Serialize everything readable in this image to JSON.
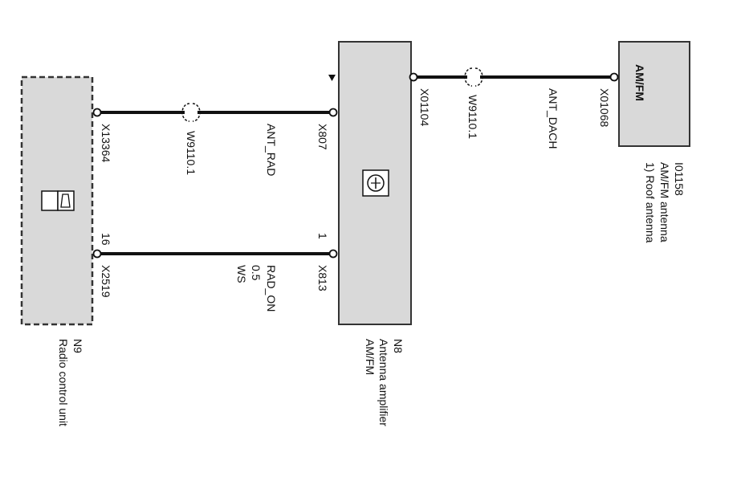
{
  "colors": {
    "box_fill": "#d9d9d9",
    "line": "#111111",
    "background": "#ffffff"
  },
  "components": {
    "radio_unit": {
      "id": "N9",
      "name": "Radio control unit",
      "icon": "radio-unit-icon"
    },
    "amplifier": {
      "id": "N8",
      "name_line1": "Antenna amplifier",
      "name_line2": "AM/FM",
      "icon": "antenna-amplifier-icon"
    },
    "roof_antenna": {
      "id": "I01158",
      "box_label": "AM/FM",
      "name_line1": "AM/FM  antenna",
      "name_line2": "1) Roof antenna"
    }
  },
  "connectors": {
    "x13364": "X13364",
    "x2519": "X2519",
    "x2519_pin": "16",
    "x807": "X807",
    "x813": "X813",
    "x813_pin": "1",
    "x01104": "X01104",
    "x01068": "X01068"
  },
  "wires": {
    "ant_rad": {
      "name": "ANT_RAD",
      "harness": "W9110.1"
    },
    "rad_on": {
      "name": "RAD_ON",
      "size": "0.5",
      "color": "WS"
    },
    "ant_dach": {
      "name": "ANT_DACH",
      "harness": "W9110.1"
    }
  }
}
